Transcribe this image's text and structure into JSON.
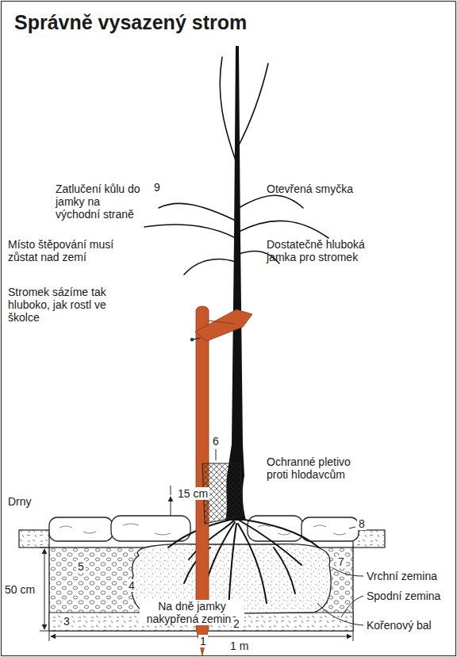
{
  "diagram": {
    "title": "Správně vysazený strom",
    "labels": [
      "Zatlučení kůlu do jamky na východní straně",
      "9",
      "Otevřená smyčka",
      "Místo štěpování musí zůstat nad zemí",
      "Dostatečně hluboká jamka pro stromek",
      "Stromek sázíme tak hluboko, jak rostl ve školce",
      "6",
      "Ochranné pletivo proti hlodavcům",
      "Drny",
      "15 cm",
      "8",
      "5",
      "7",
      "Vrchní zemina",
      "4",
      "50 cm",
      "Na dně jamky nakypřená zemina",
      "3",
      "Spodní zemina",
      "1",
      "2",
      "Kořenový bal",
      "1 m"
    ]
  }
}
